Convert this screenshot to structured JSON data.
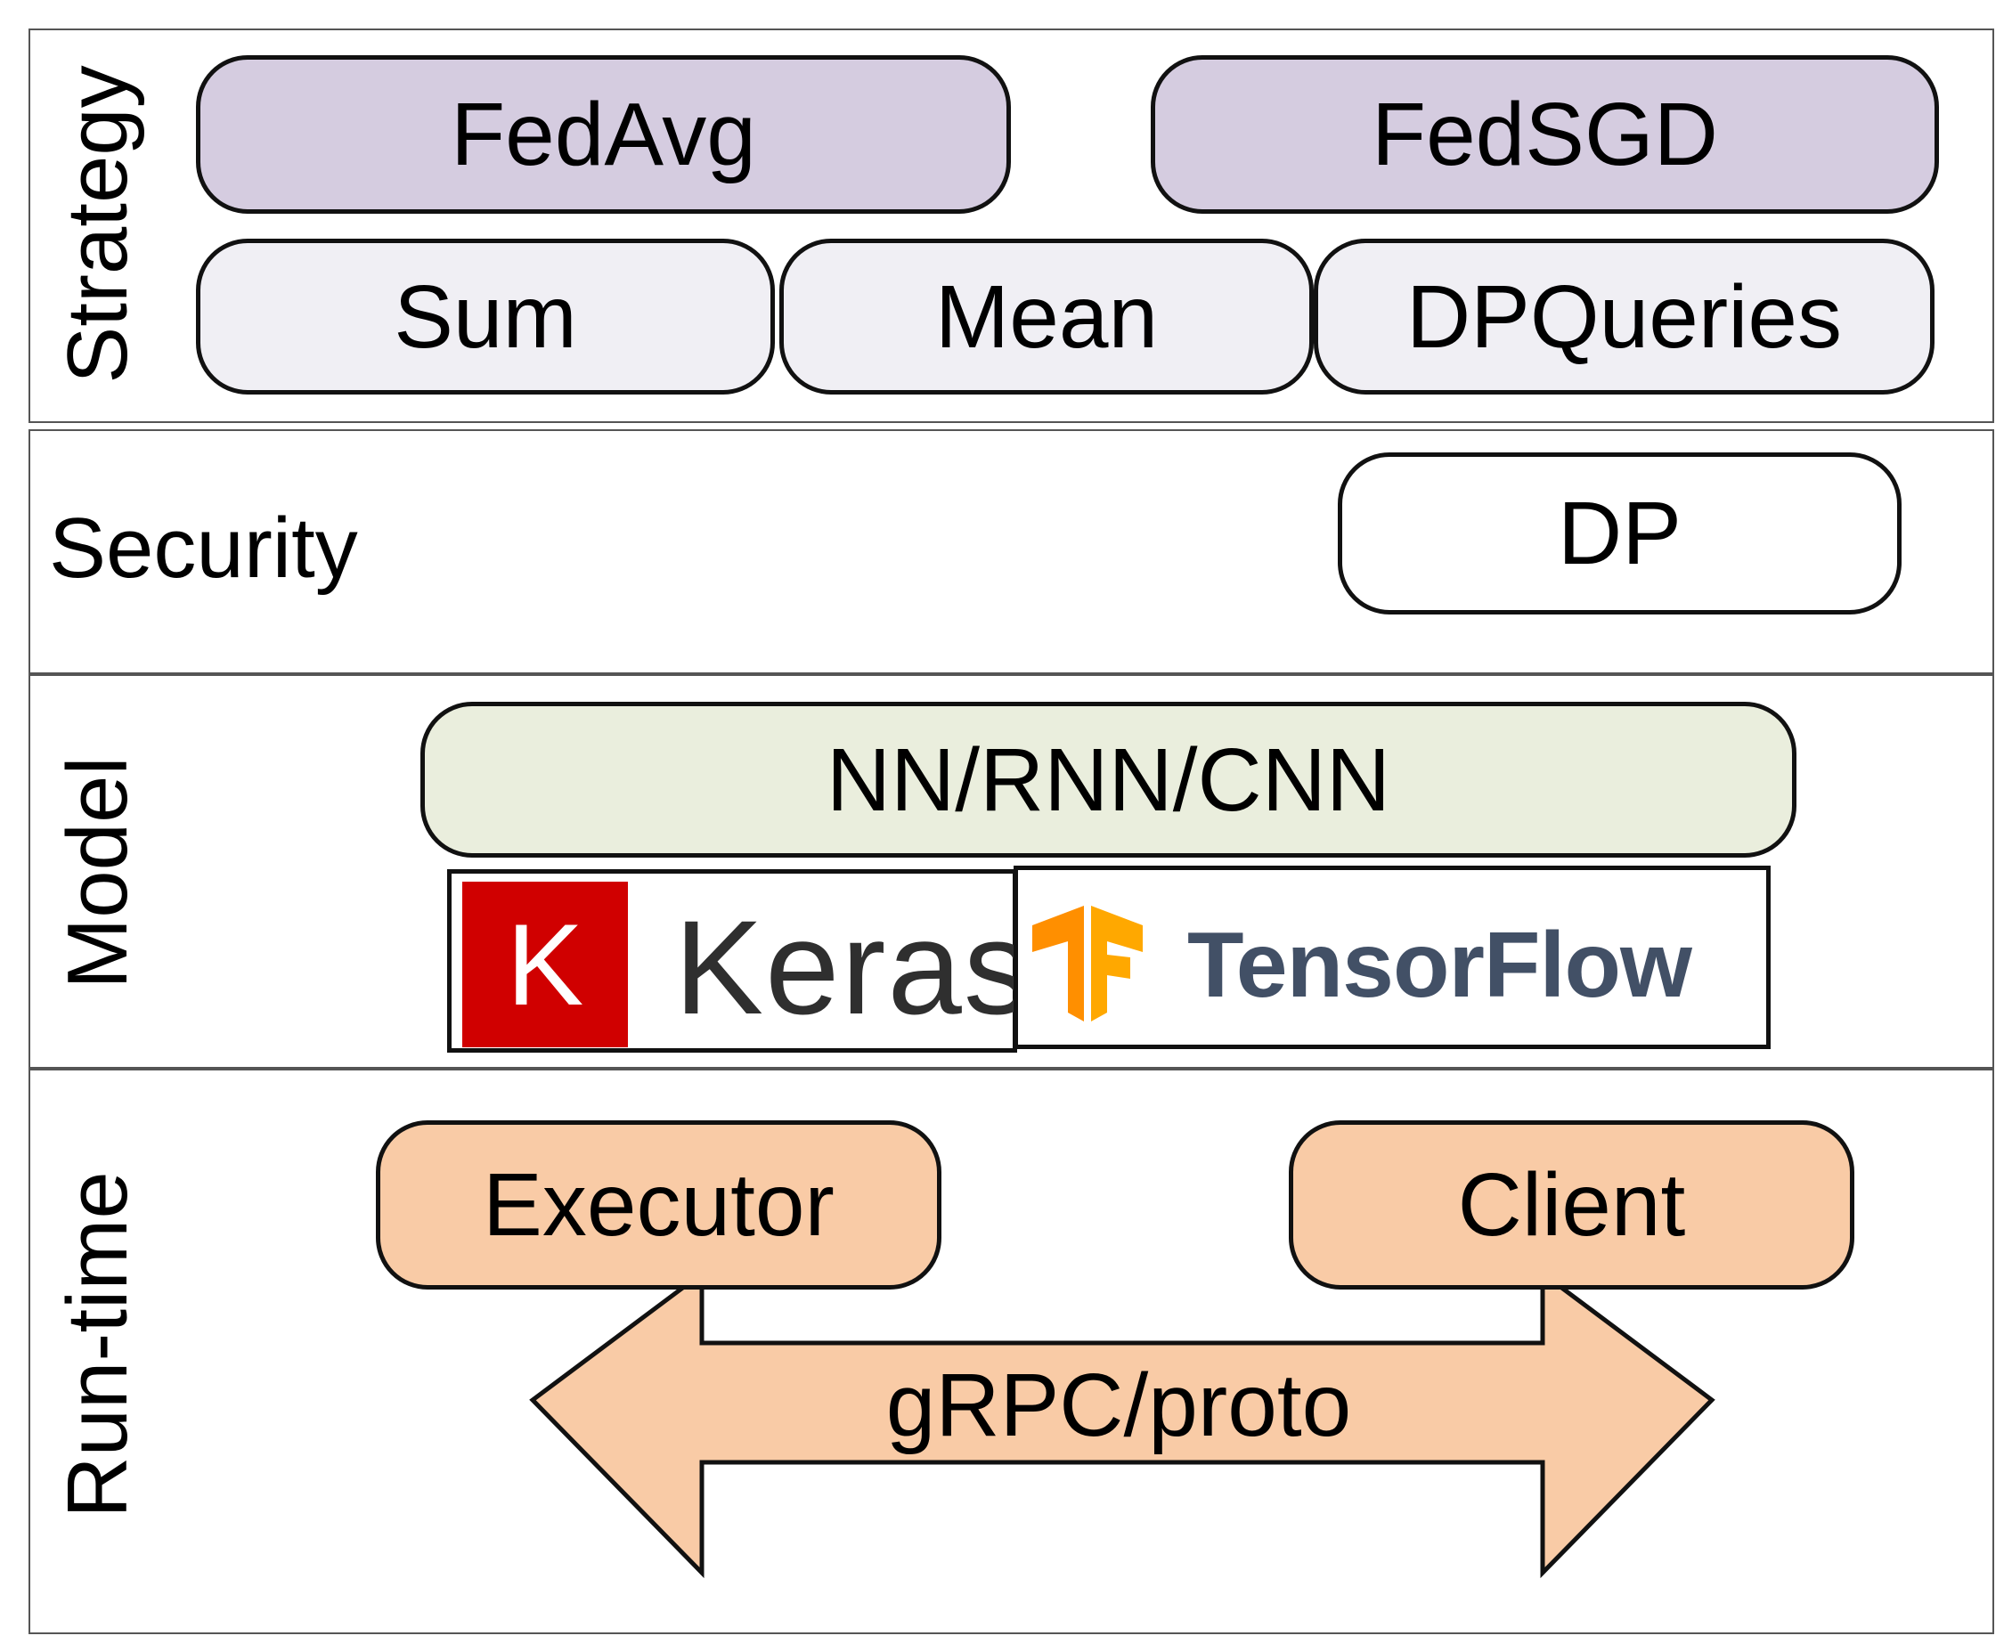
{
  "layers": {
    "strategy": {
      "label": "Strategy",
      "aggregators": [
        "FedAvg",
        "FedSGD"
      ],
      "primitives": [
        "Sum",
        "Mean",
        "DPQueries"
      ],
      "aggregator_color": "#d5cce0",
      "primitive_color": "#f0eff4"
    },
    "security": {
      "label": "Security",
      "items": [
        "DP"
      ],
      "item_color": "#ffffff"
    },
    "model": {
      "label": "Model",
      "architectures": "NN/RNN/CNN",
      "architecture_color": "#eaeedd",
      "frameworks": {
        "keras": {
          "mark": "K",
          "name": "Keras",
          "mark_color": "#d00000",
          "icon": "keras-logo-icon"
        },
        "tensorflow": {
          "name": "TensorFlow",
          "icon": "tensorflow-logo-icon",
          "icon_color": "#ff8f00"
        }
      }
    },
    "runtime": {
      "label": "Run-time",
      "components": [
        "Executor",
        "Client"
      ],
      "component_color": "#f9cba6",
      "channel": "gRPC/proto",
      "channel_icon": "double-arrow-icon"
    }
  },
  "border_color": "#555555"
}
